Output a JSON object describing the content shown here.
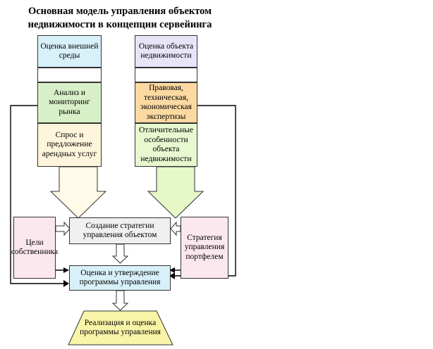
{
  "title": {
    "line1": "Основная модель управления объектом",
    "line2": "недвижимости в концепции сервейинга"
  },
  "nodes": {
    "external_assessment": "Оценка внешней среды",
    "property_assessment": "Оценка объекта недвижимости",
    "market_analysis": "Анализ и мониторинг рынка",
    "expert_review": "Правовая, техническая, экономическая экспертизы",
    "rental_demand": "Спрос и предложение арендных услуг",
    "property_features": "Отличительные особенности объекта недвижимости",
    "owner_goals": "Цели собственника",
    "strategy_creation": "Создание стратегии управления объектом",
    "portfolio_strategy": "Стратегия управления портфелем",
    "program_approval": "Оценка и утверждение программы управления",
    "implementation": "Реализация и оценка программы управления"
  },
  "colors": {
    "blue": "#d8f0f8",
    "lavender": "#e8e4f8",
    "green": "#d8f0c8",
    "orange": "#fbd9a0",
    "cream": "#fff5dc",
    "lightgreen": "#e8f8d0",
    "pink": "#fbe8ee",
    "gray": "#f0f0f0",
    "yellow": "#f8f4a8"
  }
}
